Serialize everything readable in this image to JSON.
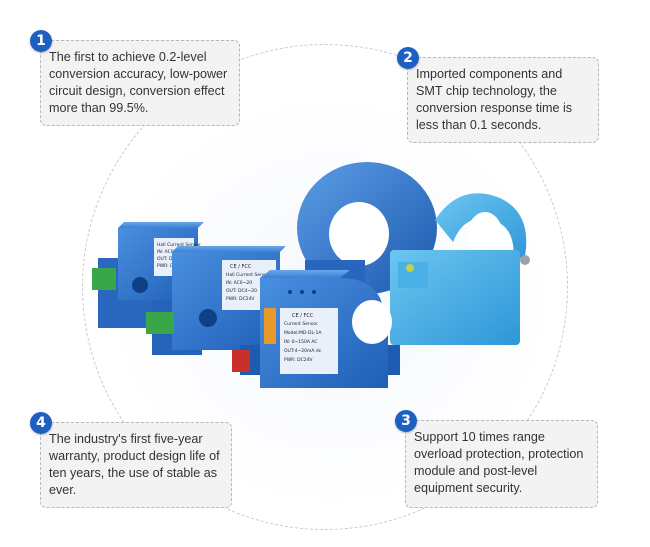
{
  "features": [
    {
      "number": "1",
      "text": "The first to achieve 0.2-level conversion accuracy, low-power circuit design, conversion effect more than 99.5%."
    },
    {
      "number": "2",
      "text": "Imported components and SMT chip technology, the conversion response time is less than 0.1 seconds."
    },
    {
      "number": "3",
      "text": "Support 10 times range overload protection, protection module and post-level equipment security."
    },
    {
      "number": "4",
      "text": "The industry's first five-year warranty, product design life of ten years, the use of stable as ever."
    }
  ],
  "products": {
    "sensor_a": {
      "line1": "Hall Current Sensor",
      "line2": "IN: AC0-20",
      "line3": "OUT: DC4~20",
      "line4": "PWR: DC24V"
    },
    "sensor_b": {
      "line1": "CE / FCC",
      "line2": "Hall Current Sensor",
      "line3": "IN: AC0~20",
      "line4": "OUT: DC4~20",
      "line5": "PWR: DC24V"
    },
    "sensor_c": {
      "line1": "CE / FCC",
      "line2": "Current Sensor",
      "line3": "Model:MD-DL-1A",
      "line4": "IN: 0~150A AC",
      "line5": "OUT:4~20mA dc",
      "line6": "PWR: DC24V"
    }
  },
  "colors": {
    "accent": "#1e5fc4",
    "box_bg": "#f3f3f3",
    "sensor_blue": "#2f73c9",
    "sensor_light": "#3fa6e0"
  }
}
